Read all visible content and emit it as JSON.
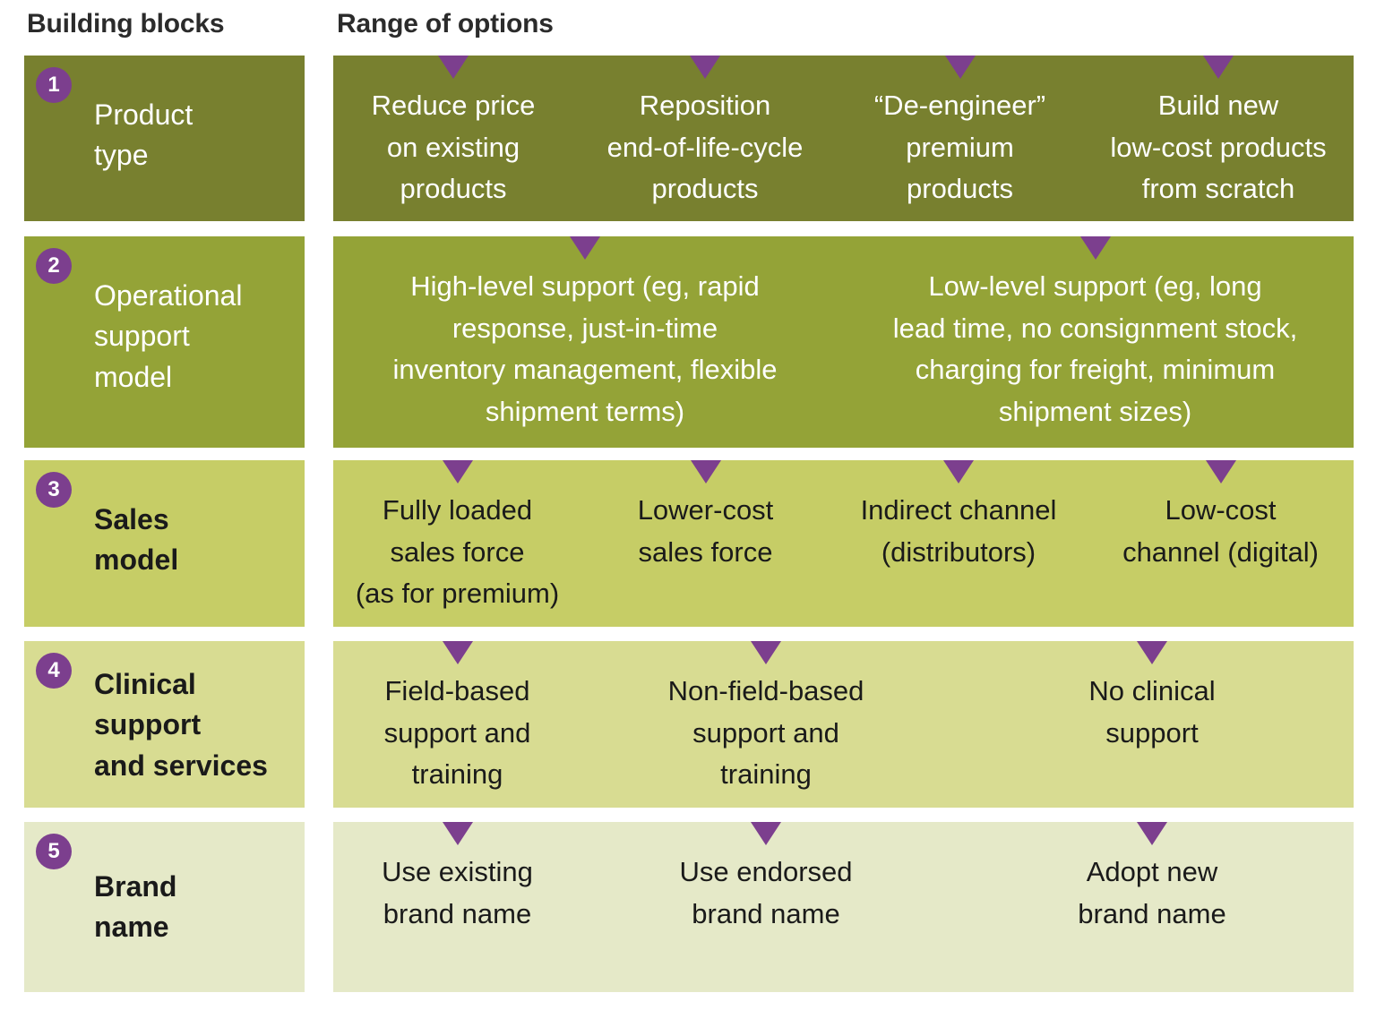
{
  "header": {
    "col1_title": "Building blocks",
    "col2_title": "Range of options"
  },
  "colors": {
    "row1_bg": "#78802f",
    "row2_bg": "#94a337",
    "row3_bg": "#c6cd66",
    "row4_bg": "#d8dc92",
    "row5_bg": "#e5e9c8",
    "badge": "#7c3f8e",
    "arrow": "#7c3f8e",
    "light_text": "#ffffff",
    "dark_text": "#1a1a1a"
  },
  "rows": [
    {
      "number": "1",
      "label": "Product\ntype",
      "options": [
        {
          "text": "Reduce price\non existing\nproducts"
        },
        {
          "text": "Reposition\nend-of-life-cycle\nproducts"
        },
        {
          "text": "“De-engineer”\npremium\nproducts"
        },
        {
          "text": "Build new\nlow-cost products\nfrom scratch"
        }
      ]
    },
    {
      "number": "2",
      "label": "Operational\nsupport\nmodel",
      "options": [
        {
          "text": "High-level support (eg, rapid\nresponse, just-in-time\ninventory management, flexible\nshipment terms)"
        },
        {
          "text": "Low-level support (eg, long\nlead time, no consignment stock,\ncharging for freight, minimum\nshipment sizes)"
        }
      ]
    },
    {
      "number": "3",
      "label": "Sales\nmodel",
      "options": [
        {
          "text": "Fully loaded\nsales force\n(as for premium)"
        },
        {
          "text": "Lower-cost\nsales force"
        },
        {
          "text": "Indirect channel\n(distributors)"
        },
        {
          "text": "Low-cost\nchannel (digital)"
        }
      ]
    },
    {
      "number": "4",
      "label": "Clinical\nsupport\nand services",
      "options": [
        {
          "text": "Field-based\nsupport and\ntraining"
        },
        {
          "text": "Non-field-based\nsupport and\ntraining"
        },
        {
          "text": "No clinical\nsupport"
        }
      ]
    },
    {
      "number": "5",
      "label": "Brand\nname",
      "options": [
        {
          "text": "Use existing\nbrand name"
        },
        {
          "text": "Use endorsed\nbrand name"
        },
        {
          "text": "Adopt new\nbrand name"
        }
      ]
    }
  ]
}
